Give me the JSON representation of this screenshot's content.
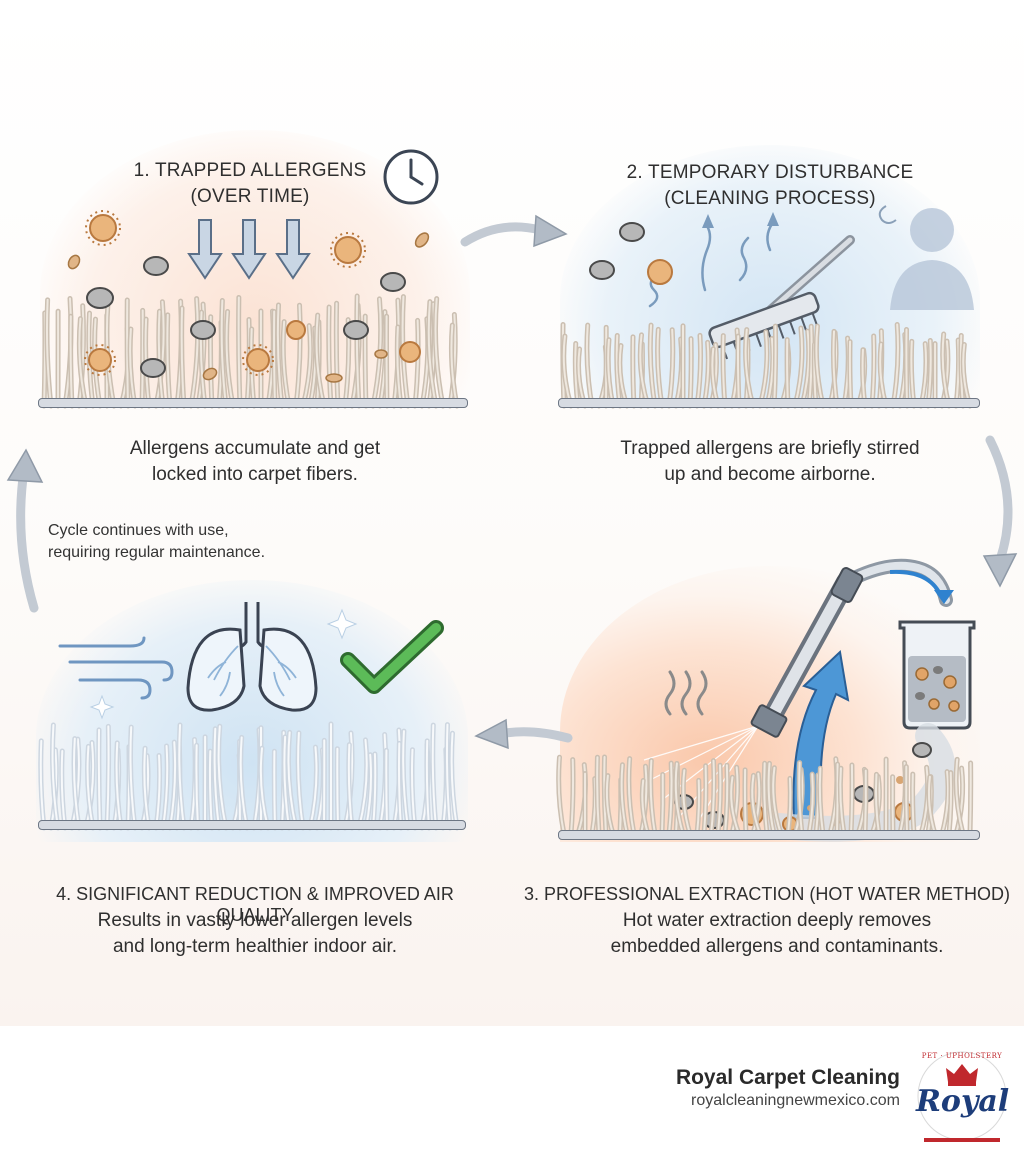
{
  "panels": {
    "p1": {
      "title_line1": "1. TRAPPED ALLERGENS",
      "title_line2": "(OVER TIME)",
      "caption_line1": "Allergens accumulate and get",
      "caption_line2": "locked into carpet fibers."
    },
    "p2": {
      "title_line1": "2. TEMPORARY DISTURBANCE",
      "title_line2": "(CLEANING PROCESS)",
      "caption_line1": "Trapped allergens are briefly stirred",
      "caption_line2": "up and become airborne."
    },
    "p3": {
      "title": "3. PROFESSIONAL EXTRACTION (HOT WATER METHOD)",
      "caption_line1": "Hot water extraction deeply removes",
      "caption_line2": "embedded allergens and contaminants."
    },
    "p4": {
      "title": "4. SIGNIFICANT REDUCTION & IMPROVED AIR QUALITY",
      "caption_line1": "Results in vastly lower allergen levels",
      "caption_line2": "and long-term healthier indoor air."
    }
  },
  "cycle_note": {
    "line1": "Cycle continues with use,",
    "line2": "requiring regular maintenance."
  },
  "brand": {
    "name": "Royal Carpet Cleaning",
    "url": "royalcleaningnewmexico.com",
    "logo_text": "Royal",
    "logo_ring_text": "PET · UPHOLSTERY"
  },
  "icons": {
    "clock": "clock-icon",
    "arrows_down": "down-arrow-icon",
    "mite": "dust-mite-icon",
    "pollen": "pollen-icon",
    "brush": "cleaning-brush-icon",
    "person": "person-silhouette-icon",
    "wand": "extraction-wand-icon",
    "tank": "waste-tank-icon",
    "lungs": "lungs-icon",
    "check": "checkmark-icon",
    "wind": "fresh-air-icon",
    "crown": "crown-icon"
  },
  "colors": {
    "warm_glow": "#f9d9c6",
    "cool_glow": "#d6e8f6",
    "arrow_gray": "#9aa7b5",
    "arrow_blue": "#3a86c8",
    "check_green": "#4bb04a",
    "fiber": "#c9bfb3",
    "mite": "#8a8a8a",
    "pollen": "#e6a86a",
    "brand_blue": "#1d3d7a",
    "brand_red": "#c0282d"
  }
}
